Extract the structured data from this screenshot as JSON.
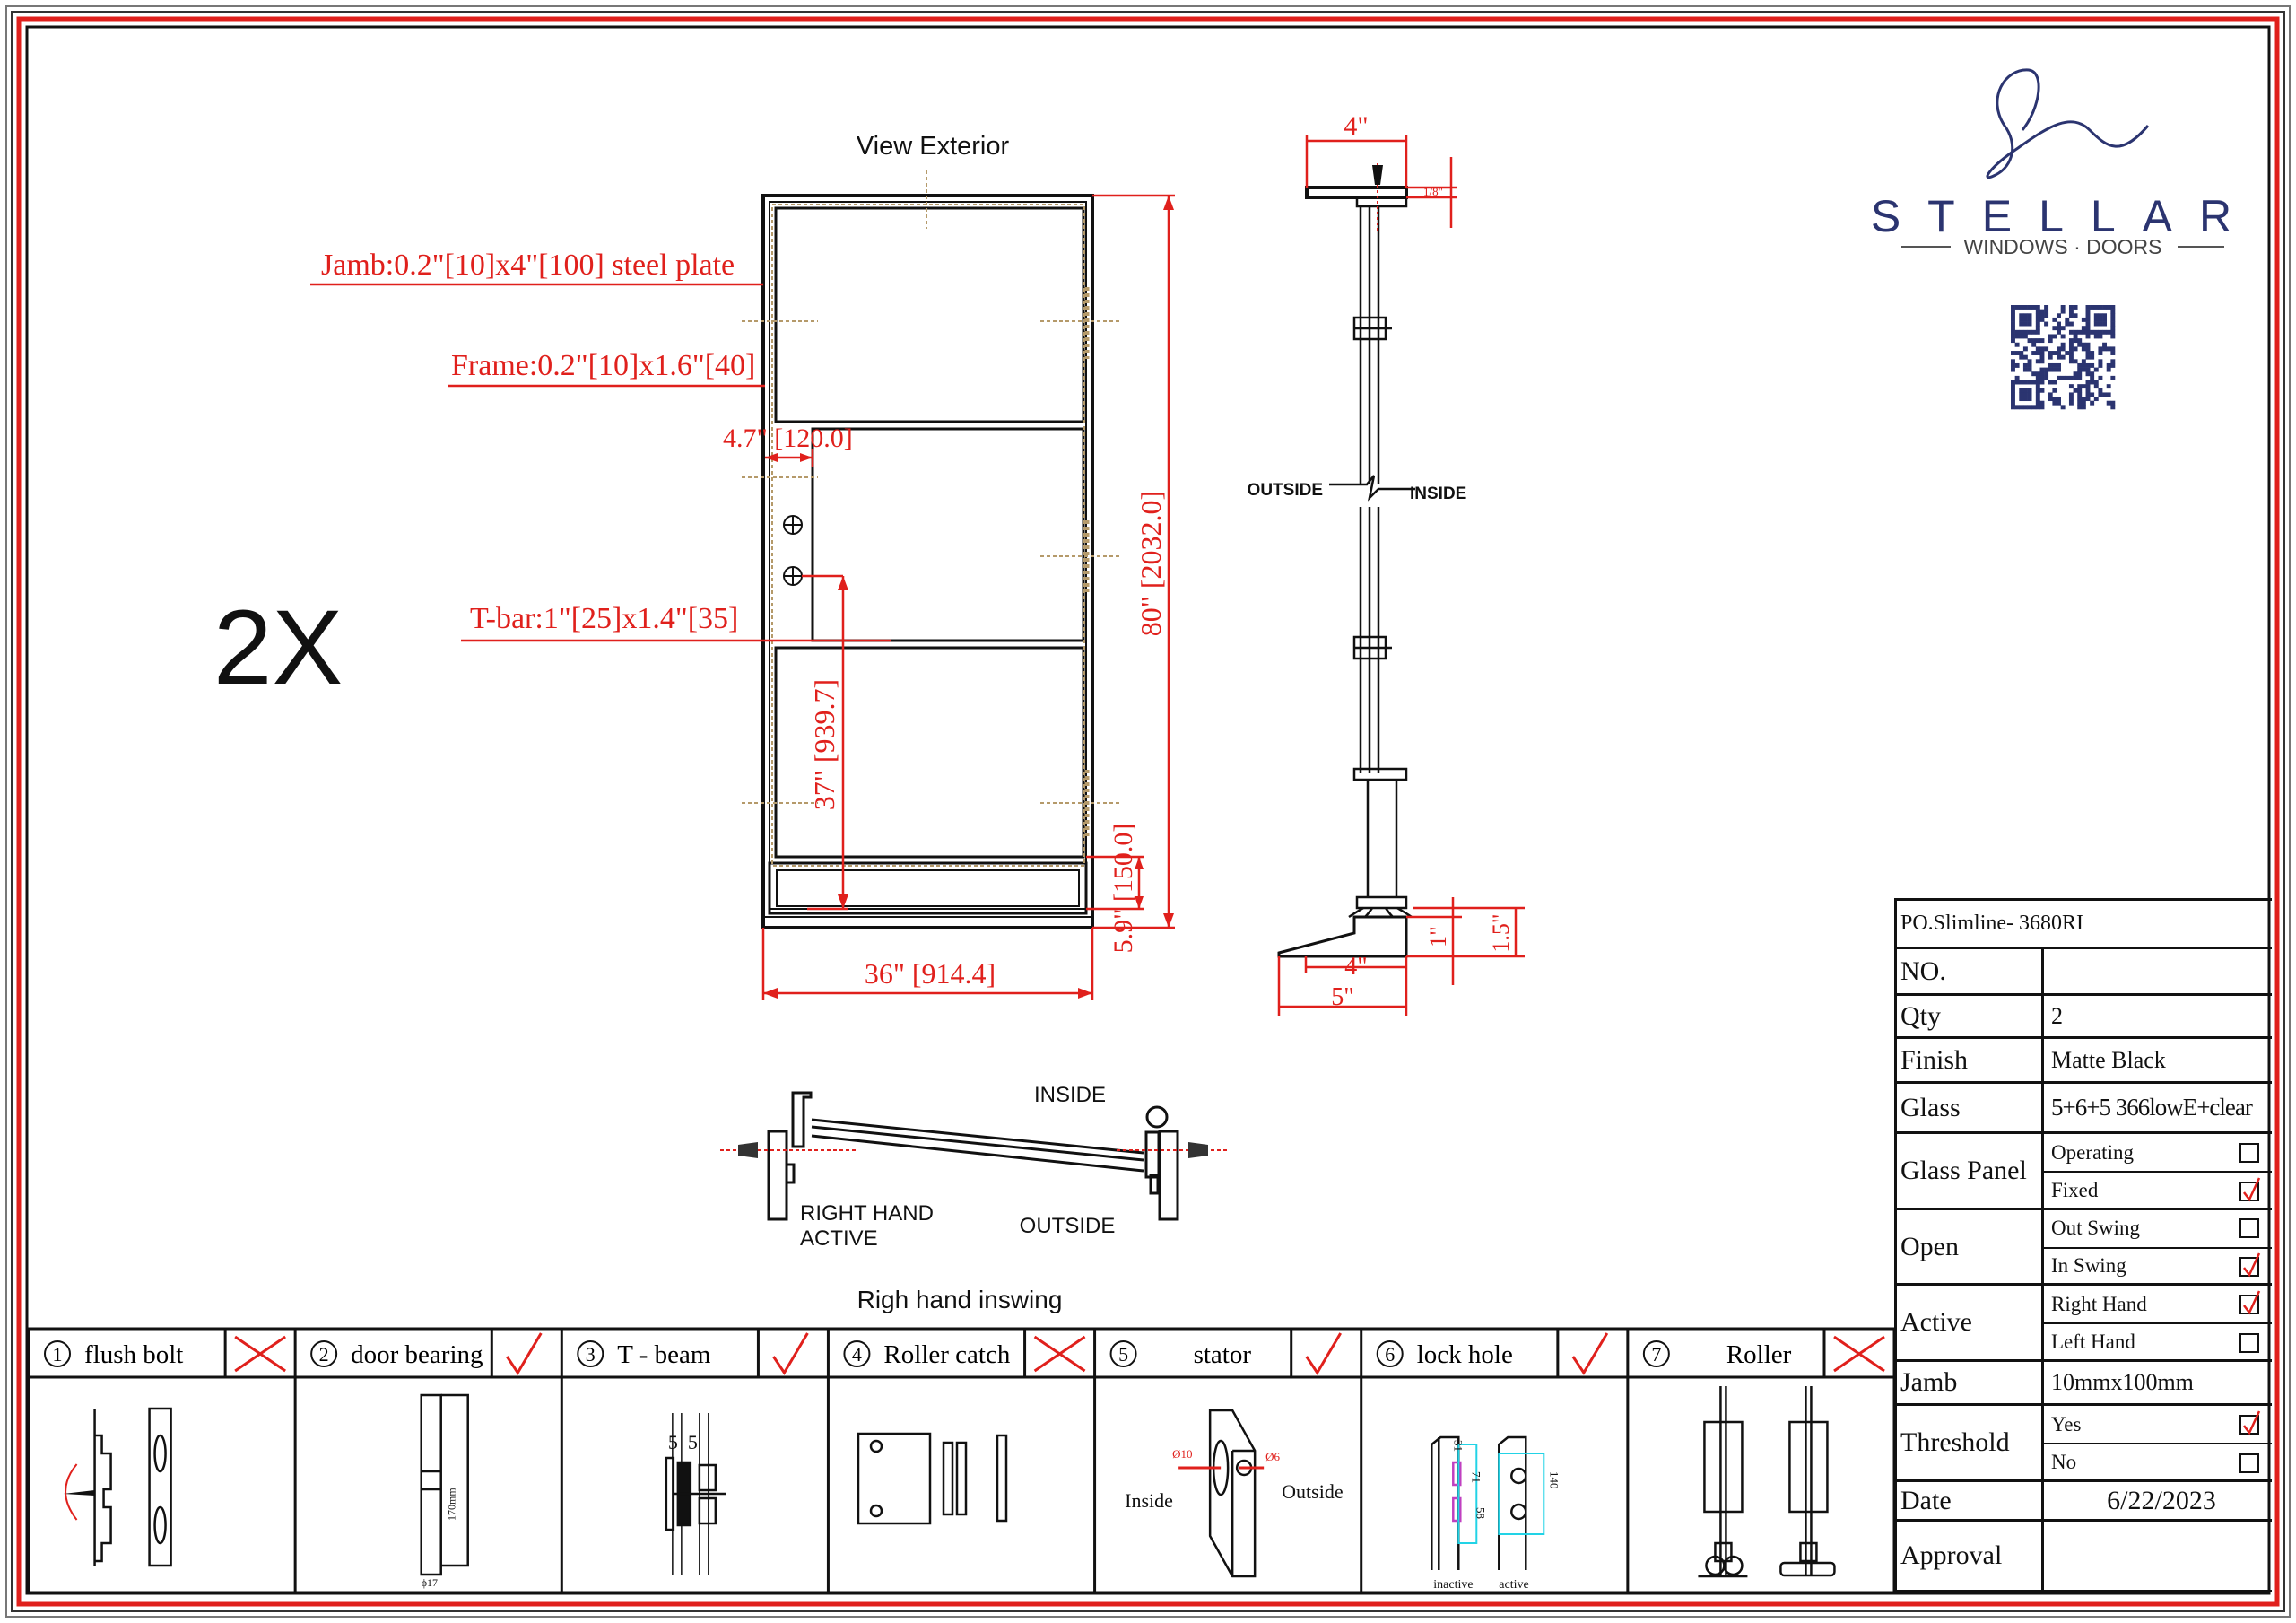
{
  "colors": {
    "accent_red": "#e0201c",
    "ink": "#111111",
    "brand_navy": "#2b3470",
    "hatch": "#b59a6a",
    "cyan": "#22d3e6"
  },
  "quantity_mark": "2X",
  "elevation": {
    "title": "View Exterior",
    "jamb_label": "Jamb:0.2\"[10]x4\"[100] steel plate",
    "frame_label": "Frame:0.2\"[10]x1.6\"[40]",
    "tbar_label": "T-bar:1\"[25]x1.4\"[35]",
    "tbar_width_dim": "4.7\" [120.0]",
    "height_dim": "80\" [2032.0]",
    "width_dim": "36\" [914.4]",
    "handle_height_dim": "37\" [939.7]",
    "bottom_rail_dim": "5.9\" [150.0]"
  },
  "section": {
    "top_dim": "4\"",
    "top_small_dim": "1/8\"",
    "outside": "OUTSIDE",
    "inside": "INSIDE",
    "sill_inner_dim": "4\"",
    "sill_outer_dim": "5\"",
    "step_dim": "1\"",
    "sill_height_dim": "1.5\""
  },
  "plan": {
    "inside": "INSIDE",
    "outside": "OUTSIDE",
    "active_line1": "RIGHT HAND",
    "active_line2": "ACTIVE",
    "caption": "Righ hand inswing"
  },
  "brand": {
    "name": "STELLAR",
    "tagline": "WINDOWS · DOORS",
    "logo_letter": "S"
  },
  "hardware": [
    {
      "num": "1",
      "name": "flush bolt",
      "included": false
    },
    {
      "num": "2",
      "name": "door bearing",
      "included": true,
      "notes": [
        "170mm",
        "ϕ17"
      ]
    },
    {
      "num": "3",
      "name": "T - beam",
      "included": true,
      "notes": [
        "5",
        "5"
      ]
    },
    {
      "num": "4",
      "name": "Roller catch",
      "included": false
    },
    {
      "num": "5",
      "name": "stator",
      "included": true,
      "notes": [
        "Ø10",
        "Ø6",
        "Inside",
        "Outside"
      ]
    },
    {
      "num": "6",
      "name": "lock hole",
      "included": true,
      "notes": [
        "inactive",
        "active",
        "31",
        "71",
        "58",
        "140"
      ]
    },
    {
      "num": "7",
      "name": "Roller",
      "included": false
    }
  ],
  "spec": {
    "title": "PO.Slimline- 3680RI",
    "rows": [
      {
        "label": "NO.",
        "value": ""
      },
      {
        "label": "Qty",
        "value": "2"
      },
      {
        "label": "Finish",
        "value": "Matte Black"
      },
      {
        "label": "Glass",
        "value": "5+6+5  366lowE+clear"
      },
      {
        "label": "Glass Panel",
        "options": [
          {
            "label": "Operating",
            "checked": false
          },
          {
            "label": "Fixed",
            "checked": true
          }
        ]
      },
      {
        "label": "Open",
        "options": [
          {
            "label": "Out Swing",
            "checked": false
          },
          {
            "label": "In Swing",
            "checked": true
          }
        ]
      },
      {
        "label": "Active",
        "options": [
          {
            "label": "Right Hand",
            "checked": true
          },
          {
            "label": "Left Hand",
            "checked": false
          }
        ]
      },
      {
        "label": "Jamb",
        "value": "10mmx100mm"
      },
      {
        "label": "Threshold",
        "options": [
          {
            "label": "Yes",
            "checked": true
          },
          {
            "label": "No",
            "checked": false
          }
        ]
      },
      {
        "label": "Date",
        "value": "6/22/2023"
      },
      {
        "label": "Approval",
        "value": ""
      }
    ]
  }
}
